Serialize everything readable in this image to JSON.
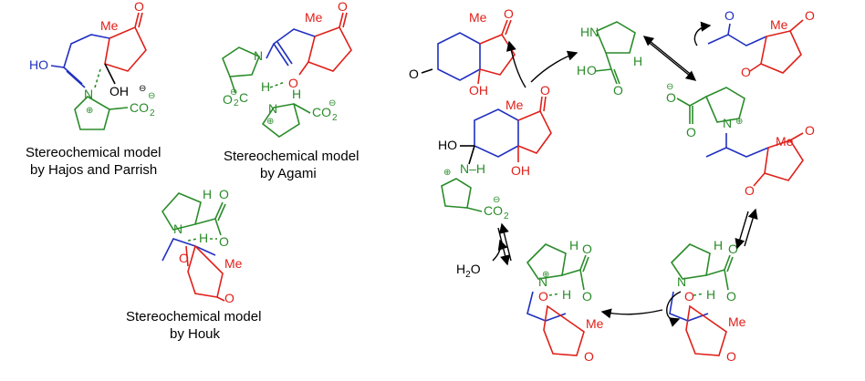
{
  "captions": {
    "hajos_line1": "Stereochemical model",
    "hajos_line2": "by Hajos and Parrish",
    "agami_line1": "Stereochemical model",
    "agami_line2": "by Agami",
    "houk_line1": "Stereochemical model",
    "houk_line2": "by Houk"
  },
  "atoms": {
    "me": "Me",
    "o": "O",
    "ho": "HO",
    "oh": "OH",
    "n": "N",
    "h": "H",
    "hn": "HN",
    "co2": "CO",
    "sub2": "2",
    "o2c": "O",
    "c": "C",
    "plus": "⊕",
    "minus": "⊖",
    "h2o": "H",
    "nh": "N–H",
    "water_o": "O"
  },
  "colors": {
    "red": "#e0201a",
    "green": "#2a8c2a",
    "blue": "#2030c0",
    "black": "#000000"
  }
}
